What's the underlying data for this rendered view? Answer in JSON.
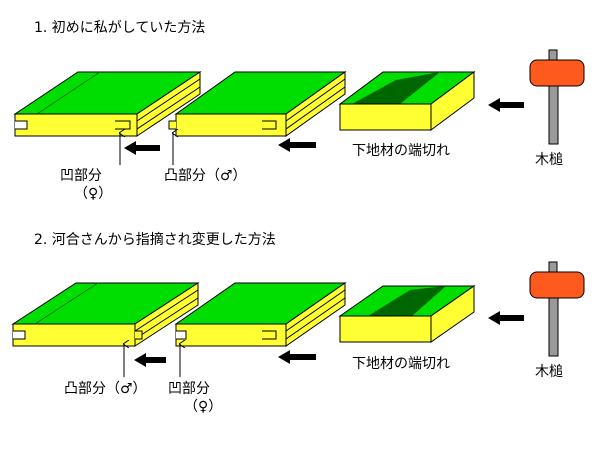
{
  "section1": {
    "title": "1. 初めに私がしていた方法",
    "female_label": "凹部分",
    "female_symbol": "（♀）",
    "male_label": "凸部分（♂）",
    "offcut_label": "下地材の端切れ",
    "mallet_label": "木槌"
  },
  "section2": {
    "title": "2. 河合さんから指摘され変更した方法",
    "male_label": "凸部分（♂）",
    "female_label": "凹部分",
    "female_symbol": "（♀）",
    "offcut_label": "下地材の端切れ",
    "mallet_label": "木槌"
  },
  "colors": {
    "board_top": "#00dd00",
    "board_side": "#ffff33",
    "groove_dark": "#006600",
    "mallet_head": "#ff5a1e",
    "mallet_handle": "#9a9a9a",
    "arrow": "#000000"
  },
  "icons": [
    "arrow-left-icon",
    "arrow-up-icon",
    "mallet-icon"
  ]
}
